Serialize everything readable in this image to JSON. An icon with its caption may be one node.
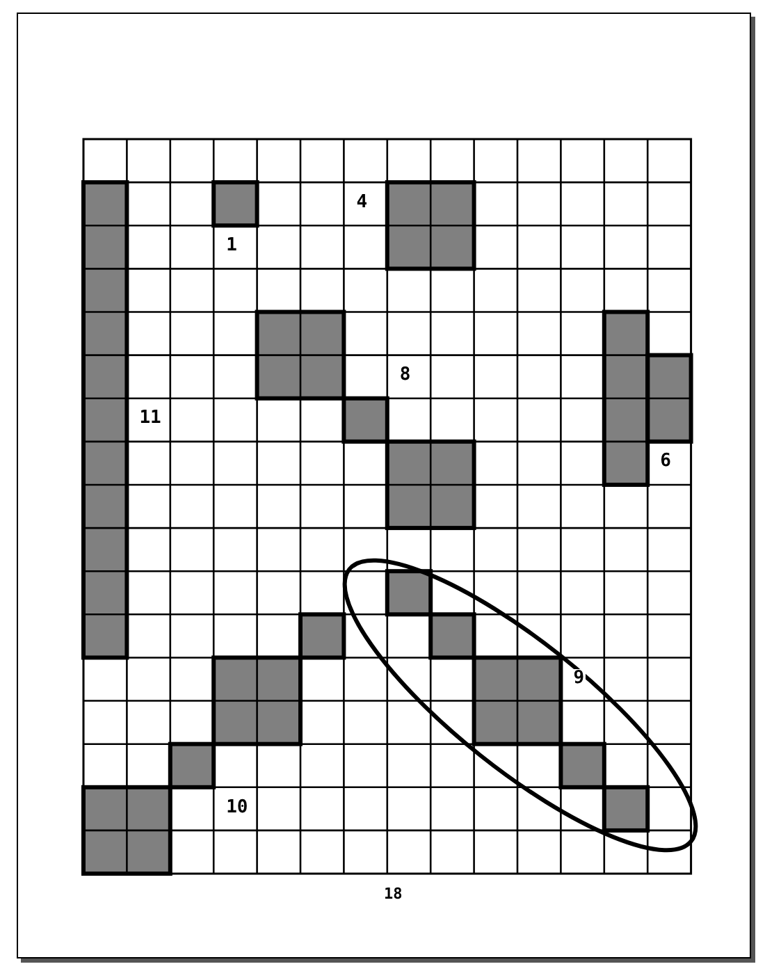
{
  "diagram": {
    "labels": [
      "4",
      "1",
      "8",
      "11",
      "6",
      "9",
      "10",
      "18"
    ]
  }
}
